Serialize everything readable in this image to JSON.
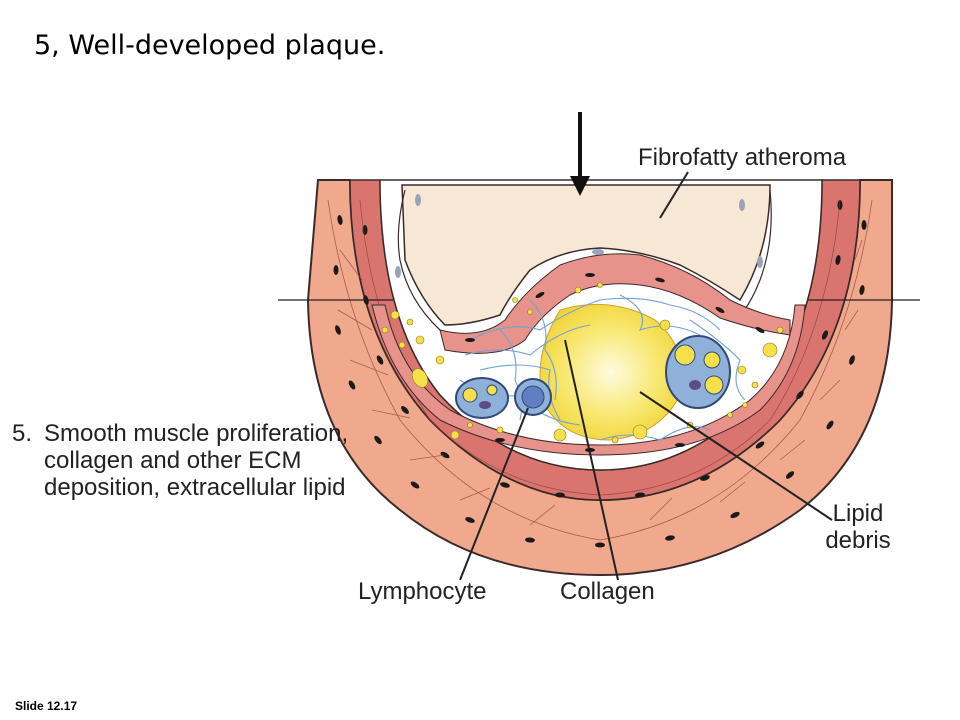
{
  "slide": {
    "title": "5, Well-developed plaque.",
    "number_label": "Slide 12.17"
  },
  "stage": {
    "number": "5.",
    "description": "Smooth muscle proliferation, collagen and other ECM deposition, extracellular lipid"
  },
  "labels": {
    "fibrofatty": "Fibrofatty atheroma",
    "lipid_debris_line1": "Lipid",
    "lipid_debris_line2": "debris",
    "lymphocyte": "Lymphocyte",
    "collagen": "Collagen"
  },
  "colors": {
    "adventitia": "#f0a98c",
    "media": "#d9756e",
    "intima_light": "#fbe8dd",
    "lumen_cream": "#f7e8d6",
    "lipid_core": "#f6e04a",
    "collagen_fibers": "#6fa3d8",
    "cell_body": "#5f7fc0",
    "outline": "#3a2a2a"
  }
}
